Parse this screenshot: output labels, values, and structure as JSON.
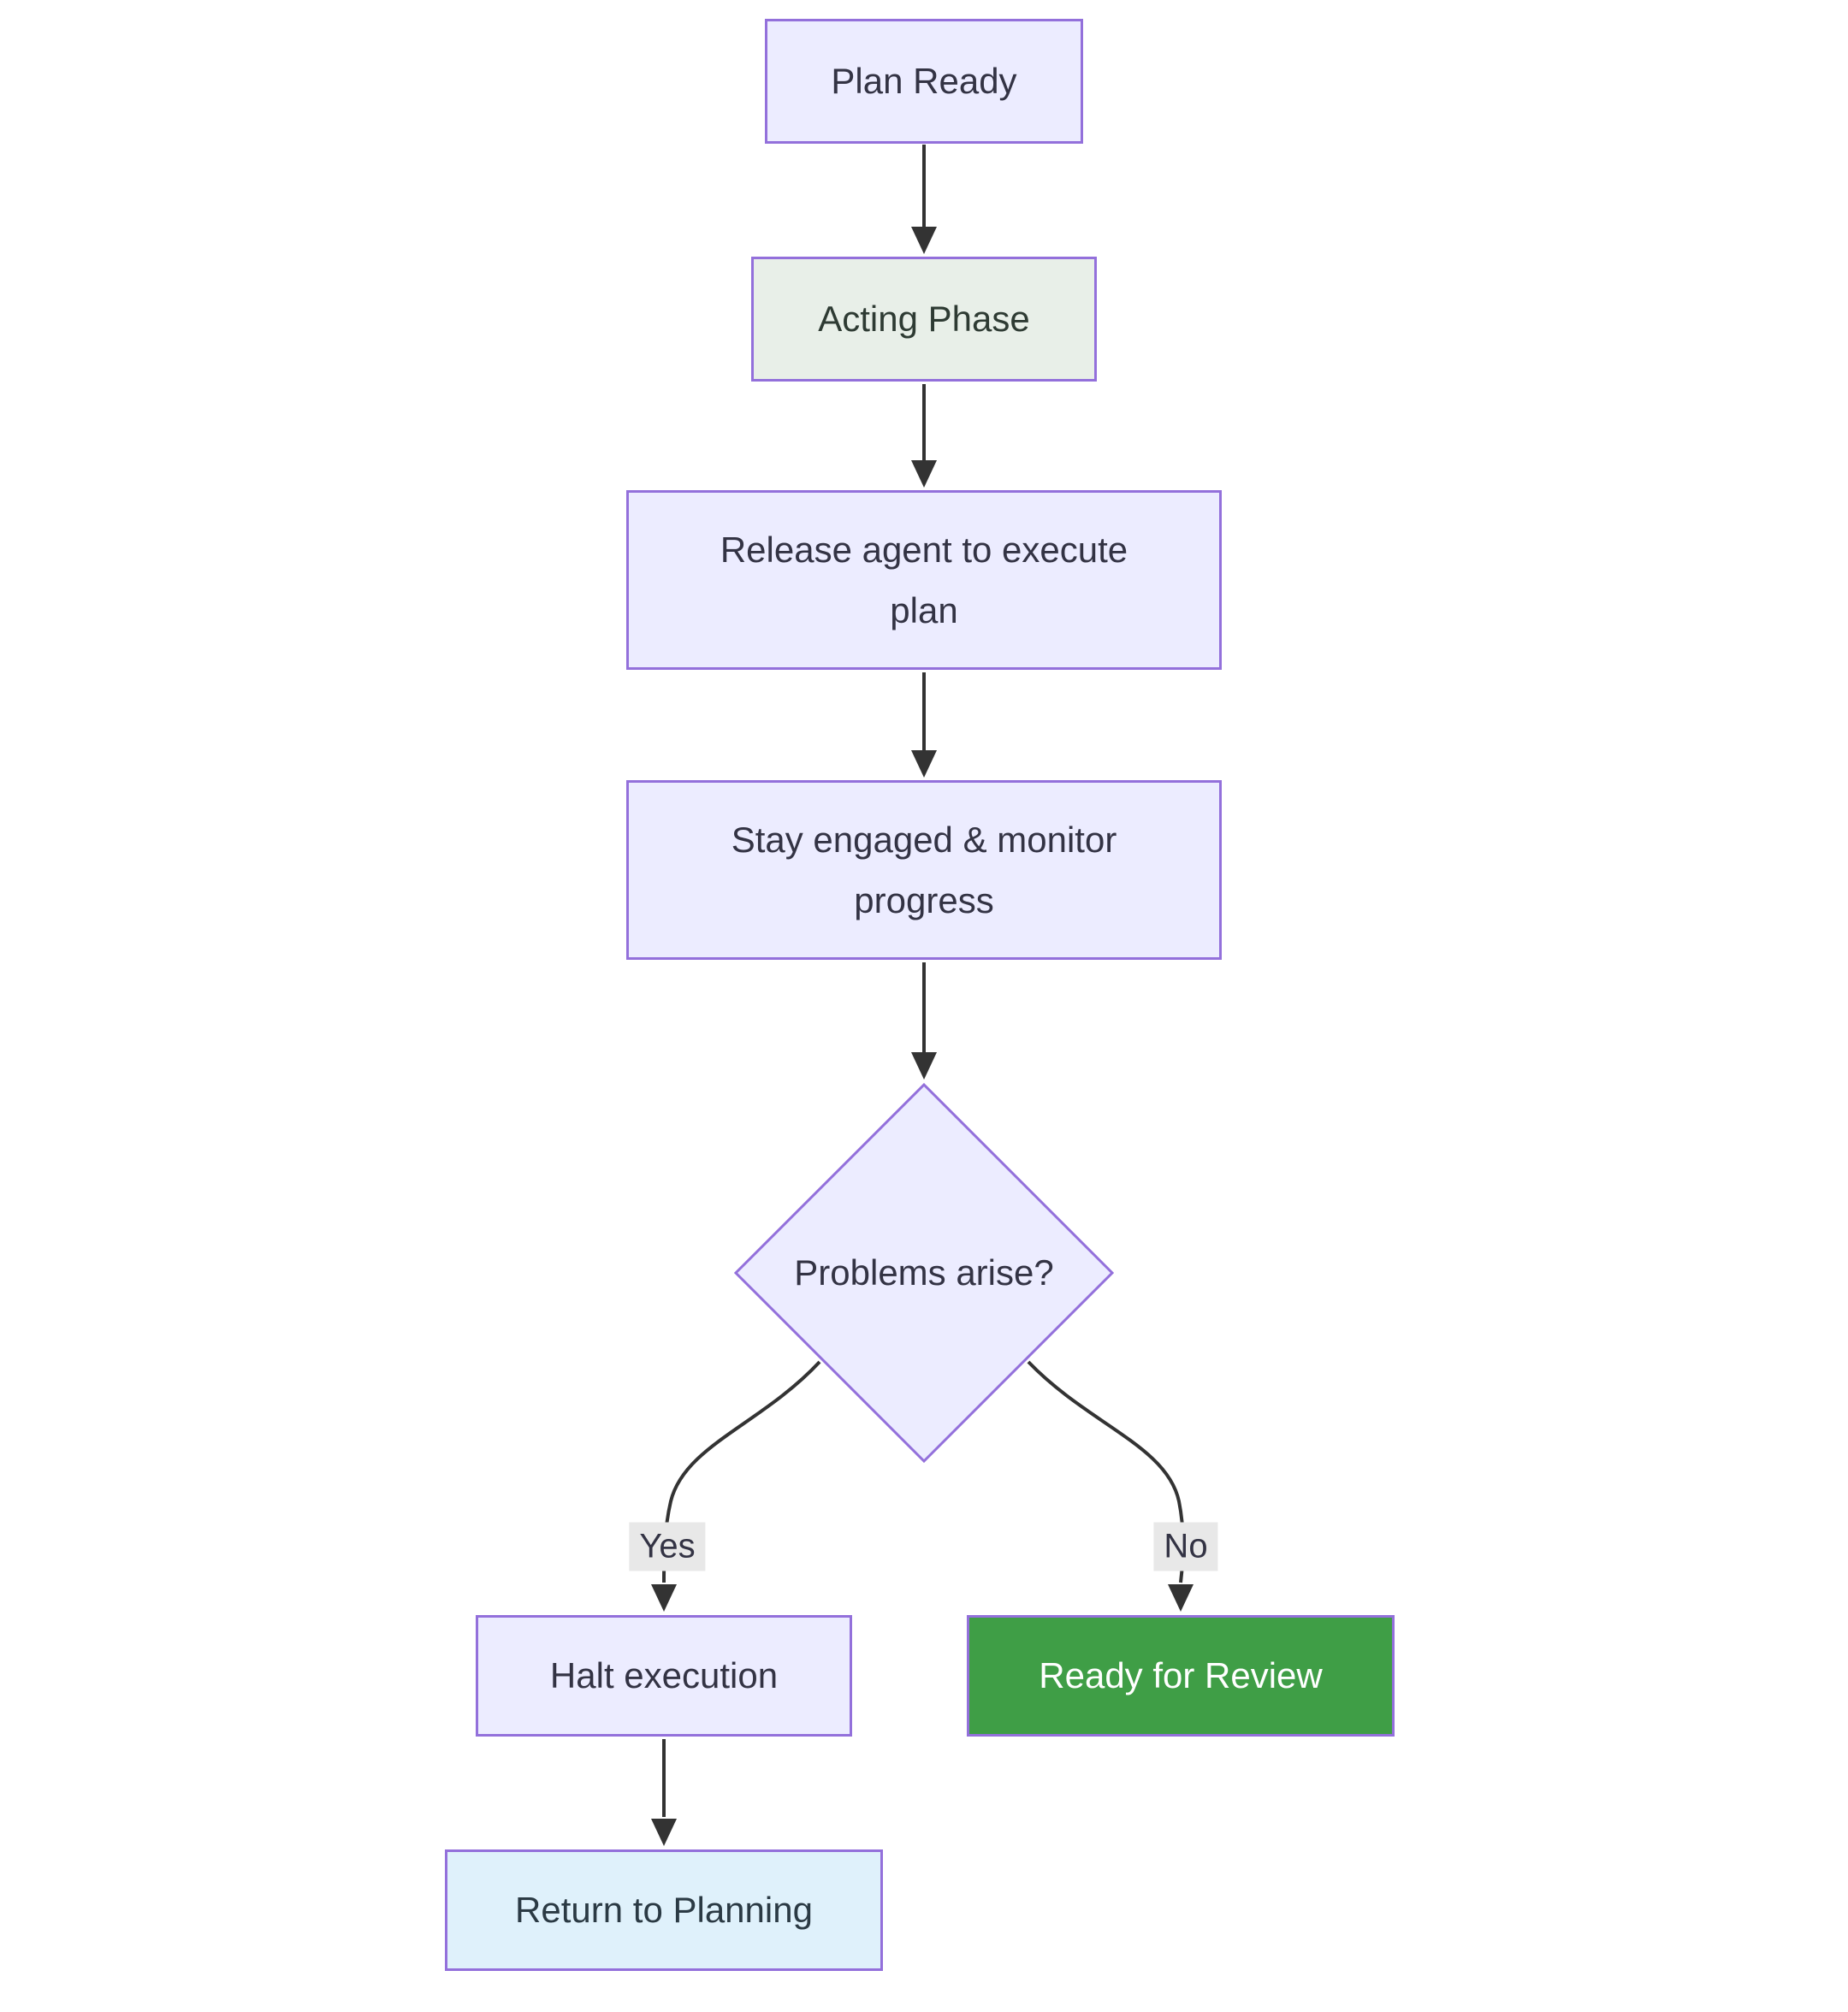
{
  "flowchart": {
    "nodes": {
      "plan_ready": {
        "label": "Plan Ready"
      },
      "acting_phase": {
        "label": "Acting Phase"
      },
      "release_agent": {
        "label": "Release agent to execute plan"
      },
      "monitor_progress": {
        "label": "Stay engaged & monitor progress"
      },
      "problems_arise": {
        "label": "Problems arise?"
      },
      "halt_execution": {
        "label": "Halt execution"
      },
      "ready_for_review": {
        "label": "Ready for Review"
      },
      "return_to_planning": {
        "label": "Return to Planning"
      }
    },
    "edge_labels": {
      "yes": "Yes",
      "no": "No"
    },
    "colors": {
      "node_fill": "#ECECFF",
      "node_border": "#9370DB",
      "acting_phase_fill": "#E8EFE8",
      "success_fill": "#3F9E46",
      "success_text": "#FFFFFF",
      "return_fill": "#DFF1FB",
      "edge_line": "#333333",
      "edge_label_bg": "#E8E8E8",
      "node_text": "#333344",
      "background": "#FFFFFF"
    }
  }
}
